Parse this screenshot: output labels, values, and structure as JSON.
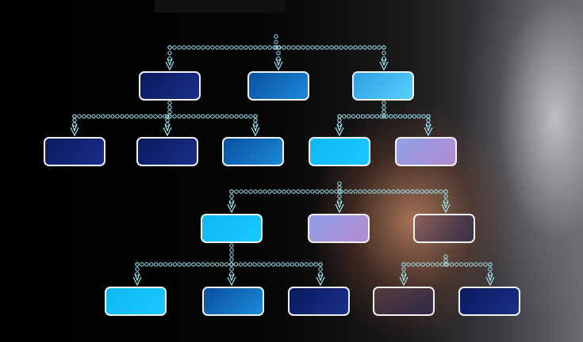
{
  "colors": {
    "connector": "#9fe6f5",
    "box_border": "#f2f2f2",
    "navy": "#0d1f6e",
    "blue": "#1565c0",
    "cyan": "#0fb8f0",
    "light_cyan": "#36bdf2",
    "lavender": "#9c86d6",
    "transparent_box": "#5a3a45"
  },
  "rows": [
    {
      "boxes": [
        "navy",
        "blue",
        "light_cyan"
      ]
    },
    {
      "boxes": [
        "navy",
        "navy",
        "blue",
        "cyan",
        "lavender"
      ]
    },
    {
      "boxes": [
        "cyan",
        "lavender",
        "transparent_box"
      ]
    },
    {
      "boxes": [
        "cyan",
        "blue",
        "navy",
        "transparent_box",
        "navy"
      ]
    }
  ]
}
